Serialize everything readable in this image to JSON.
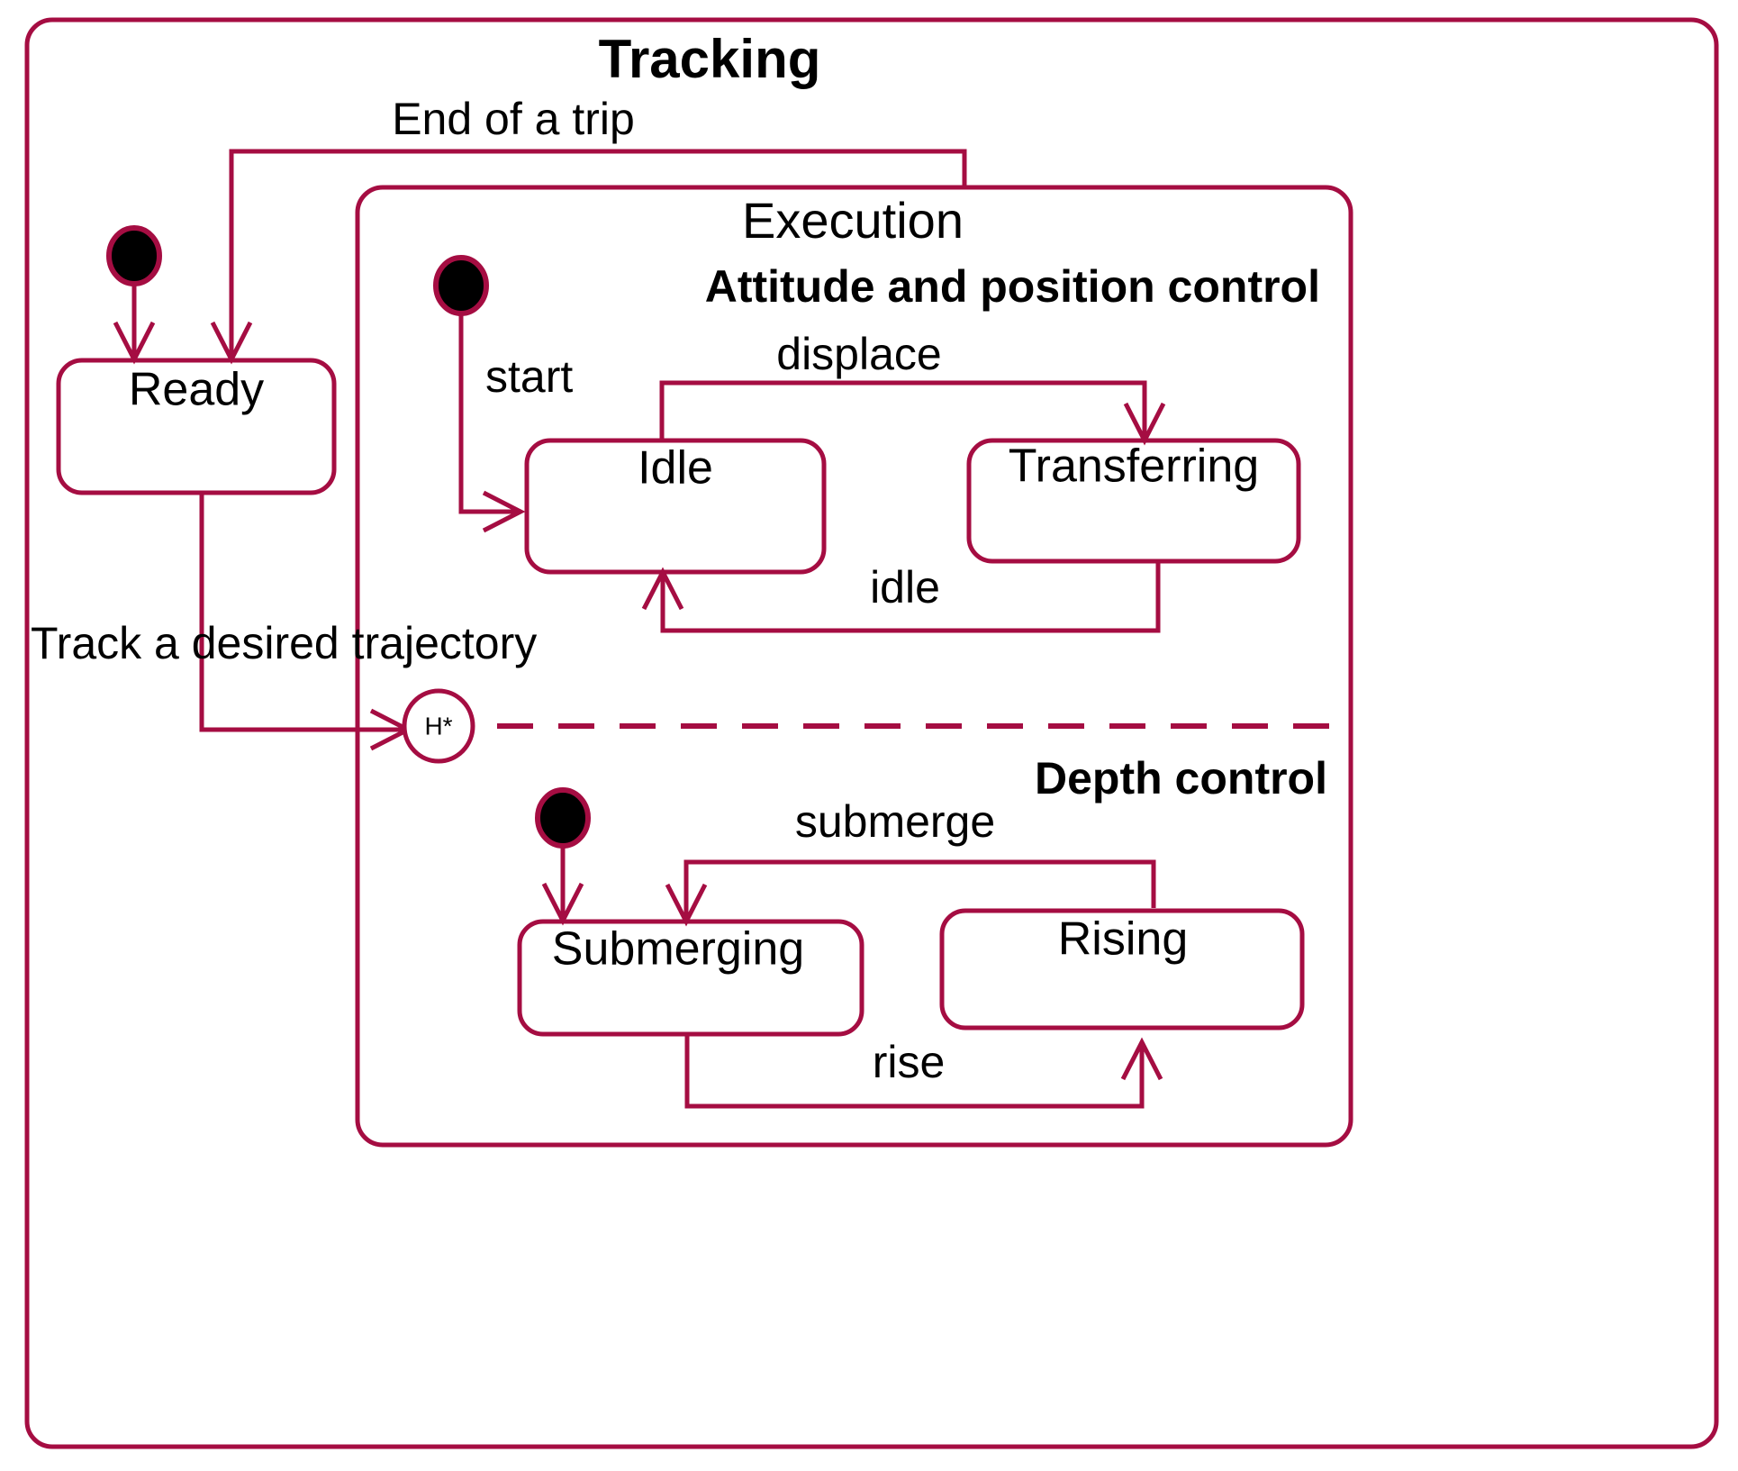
{
  "diagram": {
    "kind": "uml-state-machine",
    "accent_color": "#a50d42",
    "text_color": "#000000",
    "background_color": "#ffffff"
  },
  "outer_state": {
    "title": "Tracking"
  },
  "composite_state": {
    "title": "Execution"
  },
  "regions": [
    {
      "id": "attitude",
      "label": "Attitude and position control"
    },
    {
      "id": "depth",
      "label": "Depth control"
    }
  ],
  "states": [
    {
      "id": "ready",
      "label": "Ready"
    },
    {
      "id": "idle",
      "label": "Idle"
    },
    {
      "id": "transferring",
      "label": "Transferring"
    },
    {
      "id": "submerging",
      "label": "Submerging"
    },
    {
      "id": "rising",
      "label": "Rising"
    }
  ],
  "pseudostates": [
    {
      "id": "init-tracking",
      "kind": "initial-node"
    },
    {
      "id": "init-attitude",
      "kind": "initial-node"
    },
    {
      "id": "init-depth",
      "kind": "initial-node"
    },
    {
      "id": "deep-history",
      "kind": "history-node",
      "label": "H*"
    }
  ],
  "transitions": [
    {
      "id": "t-end-of-trip",
      "label": "End of a trip",
      "from": "Execution",
      "to": "Ready"
    },
    {
      "id": "t-track",
      "label": "Track a desired trajectory",
      "from": "Ready",
      "to": "H*"
    },
    {
      "id": "t-start",
      "label": "start",
      "from": "initial",
      "to": "Idle"
    },
    {
      "id": "t-displace",
      "label": "displace",
      "from": "Idle",
      "to": "Transferring"
    },
    {
      "id": "t-idle",
      "label": "idle",
      "from": "Transferring",
      "to": "Idle"
    },
    {
      "id": "t-submerge",
      "label": "submerge",
      "from": "Submerging",
      "to": "Rising"
    },
    {
      "id": "t-rise",
      "label": "rise",
      "from": "Submerging",
      "to": "Rising"
    }
  ]
}
